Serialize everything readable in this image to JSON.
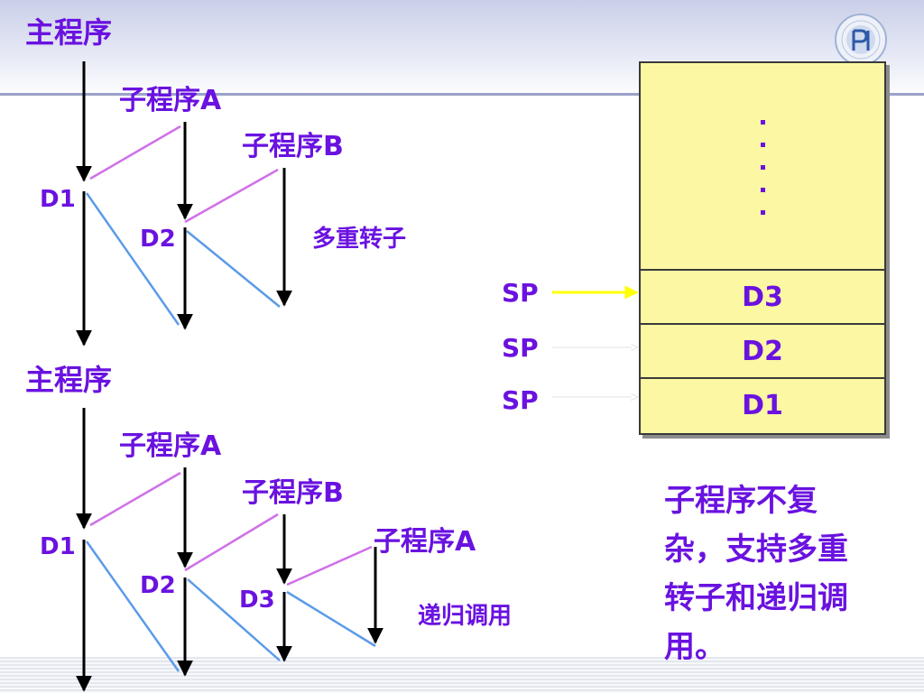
{
  "diagram1": {
    "main": "主程序",
    "sub_a": "子程序A",
    "sub_b": "子程序B",
    "d1": "D1",
    "d2": "D2",
    "note": "多重转子"
  },
  "diagram2": {
    "main": "主程序",
    "sub_a": "子程序A",
    "sub_b": "子程序B",
    "sub_a2": "子程序A",
    "d1": "D1",
    "d2": "D2",
    "d3": "D3",
    "note": "递归调用"
  },
  "stack": {
    "pointer_label": "SP",
    "cells": [
      "D3",
      "D2",
      "D1"
    ]
  },
  "summary": "子程序不复杂，支持多重转子和递归调用。",
  "colors": {
    "text": "#6a12e0",
    "call_line": "#d070e8",
    "return_line": "#5b9be8",
    "flow_line": "#000000",
    "sp_arrow": "#ffff00",
    "stack_fill": "#fbf7a3"
  },
  "icons": [
    "university-logo-icon"
  ]
}
